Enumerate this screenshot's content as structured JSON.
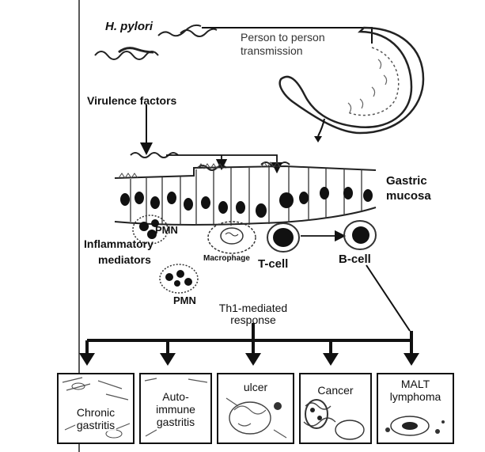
{
  "labels": {
    "h_pylori": "H. pylori",
    "transmission_line1": "Person to person",
    "transmission_line2": "transmission",
    "virulence": "Virulence factors",
    "gastric_line1": "Gastric",
    "gastric_line2": "mucosa",
    "pmn_top": "PMN",
    "inflam_line1": "Inflammatory",
    "inflam_line2": "mediators",
    "macrophage": "Macrophage",
    "tcell": "T-cell",
    "bcell": "B-cell",
    "pmn_bottom": "PMN",
    "th1_line1": "Th1-mediated",
    "th1_line2": "response"
  },
  "outcomes": [
    {
      "line1": "Chronic",
      "line2": "gastritis"
    },
    {
      "line1": "Auto-",
      "line2": "immune",
      "line3": "gastritis"
    },
    {
      "line1": "ulcer"
    },
    {
      "line1": "Cancer"
    },
    {
      "line1": "MALT",
      "line2": "lymphoma"
    }
  ]
}
